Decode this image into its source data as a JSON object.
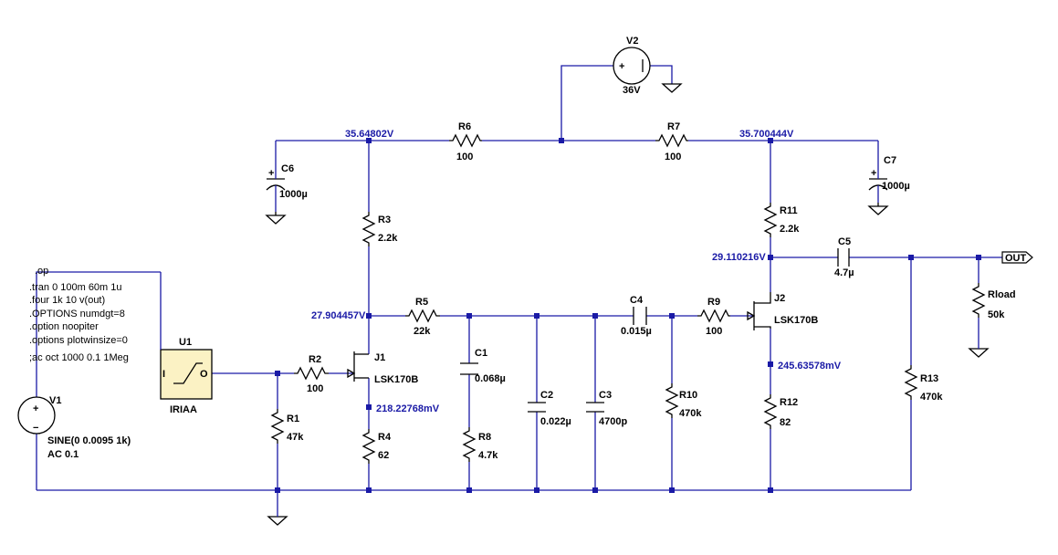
{
  "components": {
    "V1": {
      "name": "V1",
      "value": "SINE(0 0.0095 1k)",
      "value2": "AC 0.1"
    },
    "V2": {
      "name": "V2",
      "value": "36V"
    },
    "U1": {
      "name": "U1",
      "value": "IRIAA",
      "pin_in": "I",
      "pin_out": "O"
    },
    "R1": {
      "name": "R1",
      "value": "47k"
    },
    "R2": {
      "name": "R2",
      "value": "100"
    },
    "R3": {
      "name": "R3",
      "value": "2.2k"
    },
    "R4": {
      "name": "R4",
      "value": "62"
    },
    "R5": {
      "name": "R5",
      "value": "22k"
    },
    "R6": {
      "name": "R6",
      "value": "100"
    },
    "R7": {
      "name": "R7",
      "value": "100"
    },
    "R8": {
      "name": "R8",
      "value": "4.7k"
    },
    "R9": {
      "name": "R9",
      "value": "100"
    },
    "R10": {
      "name": "R10",
      "value": "470k"
    },
    "R11": {
      "name": "R11",
      "value": "2.2k"
    },
    "R12": {
      "name": "R12",
      "value": "82"
    },
    "R13": {
      "name": "R13",
      "value": "470k"
    },
    "Rload": {
      "name": "Rload",
      "value": "50k"
    },
    "C1": {
      "name": "C1",
      "value": "0.068µ"
    },
    "C2": {
      "name": "C2",
      "value": "0.022µ"
    },
    "C3": {
      "name": "C3",
      "value": "4700p"
    },
    "C4": {
      "name": "C4",
      "value": "0.015µ"
    },
    "C5": {
      "name": "C5",
      "value": "4.7µ"
    },
    "C6": {
      "name": "C6",
      "value": "1000µ"
    },
    "C7": {
      "name": "C7",
      "value": "1000µ"
    },
    "J1": {
      "name": "J1",
      "value": "LSK170B"
    },
    "J2": {
      "name": "J2",
      "value": "LSK170B"
    },
    "OUT": {
      "name": "OUT"
    }
  },
  "node_voltages": {
    "n_r6_left": "35.64802V",
    "n_r7_right": "35.700444V",
    "n_j1_drain": "27.904457V",
    "n_j2_drain": "29.110216V",
    "n_j1_source": "218.22768mV",
    "n_j2_source": "245.63578mV"
  },
  "directives": [
    ".op",
    ".tran 0 100m 60m 1u",
    ".four 1k 10 v(out)",
    ".OPTIONS numdgt=8",
    ".option noopiter",
    ".options plotwinsize=0",
    ";ac oct 1000 0.1 1Meg"
  ],
  "symbols": {
    "plus": "+",
    "minus": "−",
    "electrolytic_plus": "+"
  }
}
